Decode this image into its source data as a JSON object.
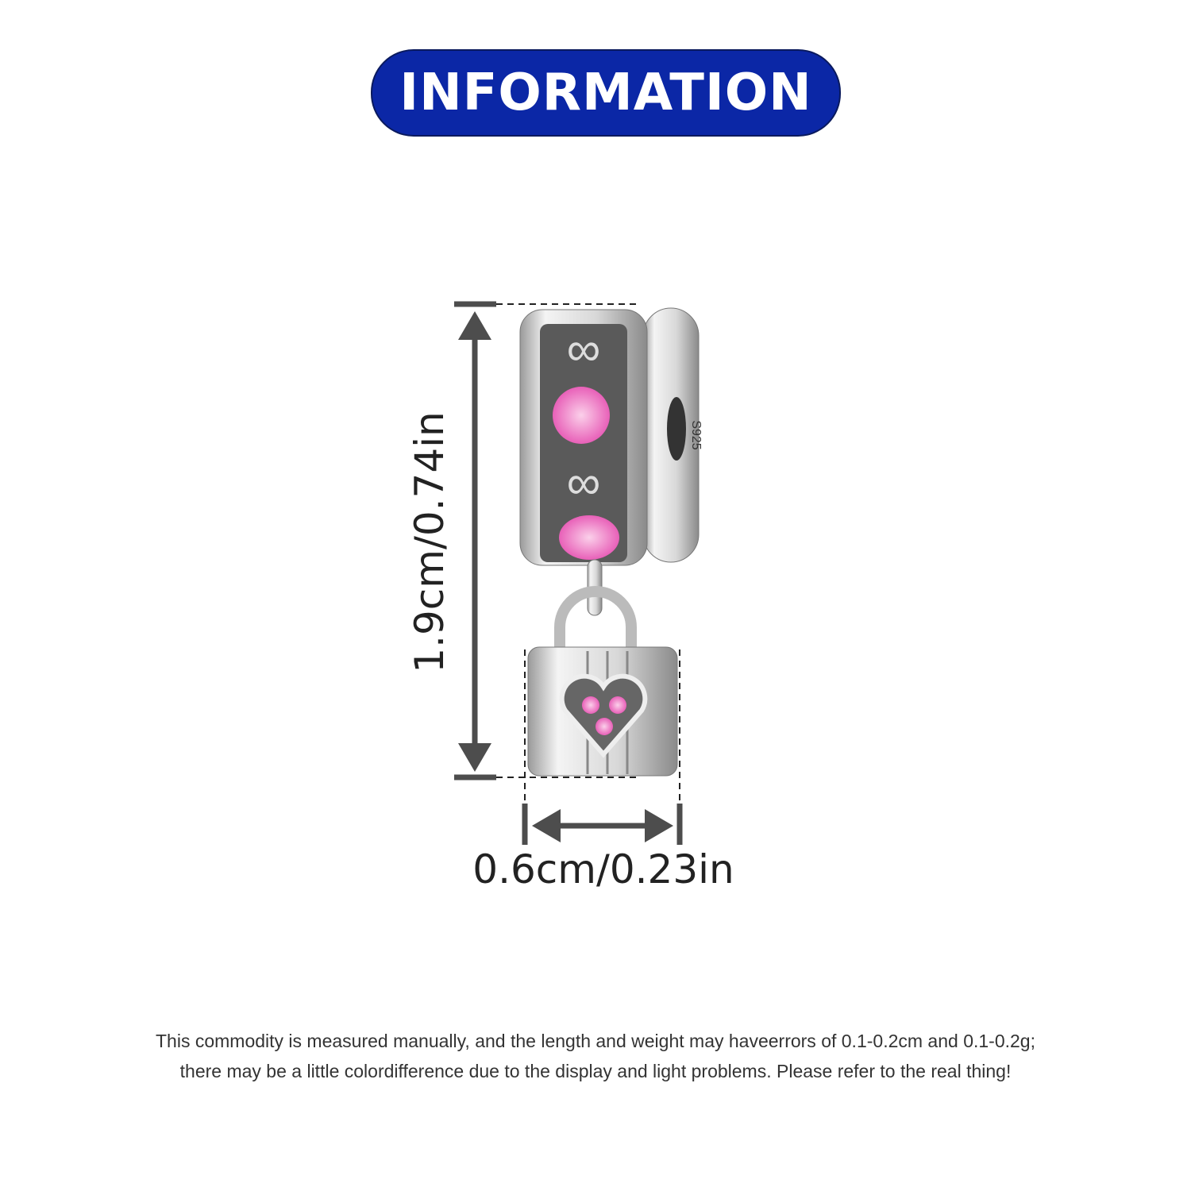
{
  "banner": {
    "title": "INFORMATION",
    "color": "#0b27a6"
  },
  "product": {
    "stamp": "S925",
    "stone_color": "#f07ac8"
  },
  "dimensions": {
    "height_label": "1.9cm/0.74in",
    "width_label": "0.6cm/0.23in"
  },
  "note": {
    "line1": "This commodity is measured manually, and the length and weight may haveerrors of 0.1-0.2cm and 0.1-0.2g;",
    "line2": "there may be a little colordifference due to the display and light problems. Please refer to the real thing!"
  }
}
